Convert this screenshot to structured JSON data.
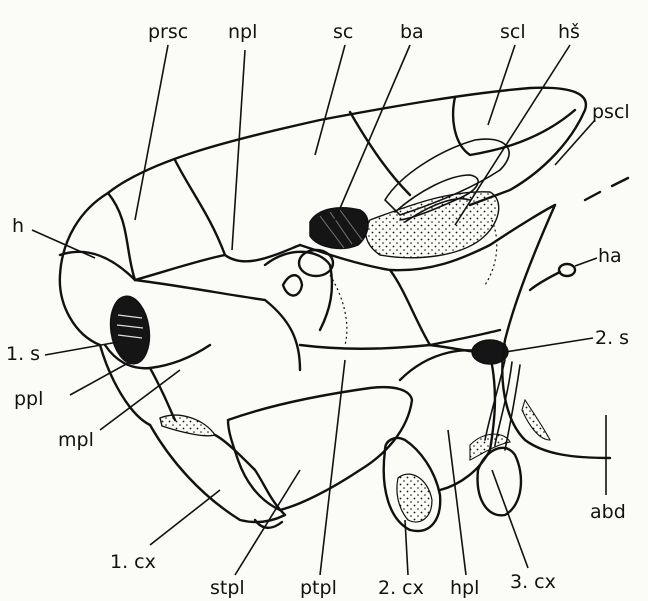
{
  "labels": {
    "prsc": "prsc",
    "npl": "npl",
    "sc": "sc",
    "ba": "ba",
    "scl": "scl",
    "hs": "hš",
    "pscl": "pscl",
    "h": "h",
    "ha": "ha",
    "s1": "1. s",
    "s2": "2. s",
    "ppl": "ppl",
    "mpl": "mpl",
    "abd": "abd",
    "cx1": "1. cx",
    "stpl": "stpl",
    "ptpl": "ptpl",
    "cx2": "2. cx",
    "hpl": "hpl",
    "cx3": "3. cx"
  },
  "colors": {
    "ink": "#111111",
    "paper": "#fbfbf8"
  }
}
